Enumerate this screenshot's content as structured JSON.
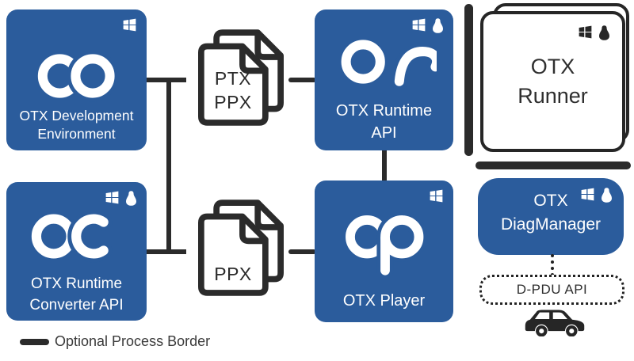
{
  "colors": {
    "blue": "#2b5c9c",
    "dark": "#2b2b2b",
    "text_dark": "#3a3a3a"
  },
  "nodes": {
    "dev_env": {
      "lines": [
        "OTX Development",
        "Environment"
      ],
      "platforms": [
        "windows"
      ]
    },
    "converter_api": {
      "lines": [
        "OTX Runtime",
        "Converter API"
      ],
      "platforms": [
        "windows",
        "linux"
      ]
    },
    "runtime_api": {
      "lines": [
        "OTX Runtime",
        "API"
      ],
      "platforms": [
        "windows",
        "linux"
      ]
    },
    "player": {
      "lines": [
        "OTX Player"
      ],
      "platforms": [
        "windows"
      ]
    },
    "runner": {
      "lines": [
        "OTX",
        "Runner"
      ],
      "platforms": [
        "windows",
        "linux"
      ]
    },
    "diag_manager": {
      "lines": [
        "OTX",
        "DiagManager"
      ],
      "platforms": [
        "windows",
        "linux"
      ]
    },
    "dpdu_api": {
      "label": "D-PDU API"
    }
  },
  "documents": {
    "top": {
      "lines": [
        "PTX",
        "PPX"
      ]
    },
    "bottom": {
      "lines": [
        "PPX"
      ]
    }
  },
  "legend": {
    "label": "Optional Process Border"
  }
}
